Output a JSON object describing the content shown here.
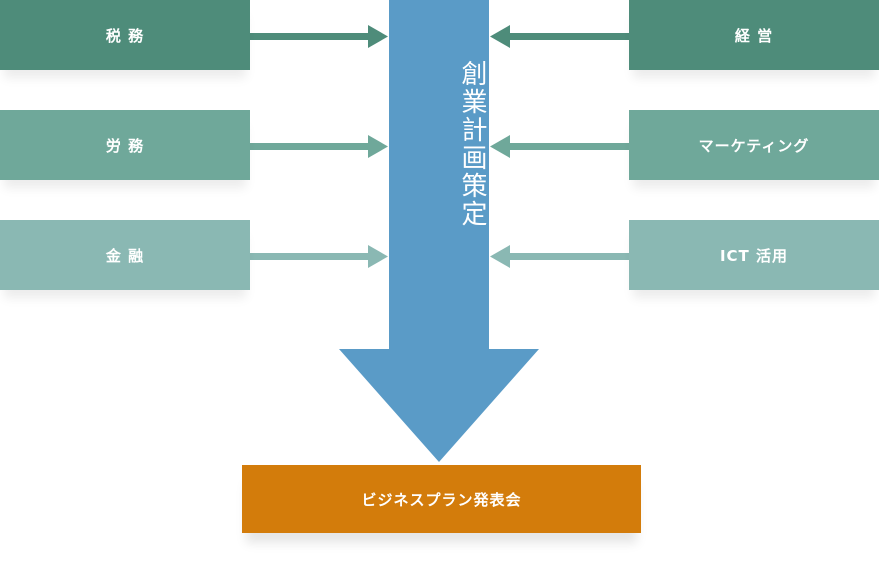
{
  "left_items": [
    {
      "label": "税 務"
    },
    {
      "label": "労 務"
    },
    {
      "label": "金 融"
    }
  ],
  "right_items": [
    {
      "label": "経 営"
    },
    {
      "label": "マーケティング"
    },
    {
      "label": "ICT 活用"
    }
  ],
  "center": {
    "label": "創業計画策定"
  },
  "result": {
    "label": "ビジネスプラン発表会"
  },
  "colors": {
    "shade_dark": "#4e8c7a",
    "shade_mid": "#6fa89a",
    "shade_light": "#8ab8b3",
    "main_arrow": "#5a9bc7",
    "result_box": "#d37c0b"
  }
}
